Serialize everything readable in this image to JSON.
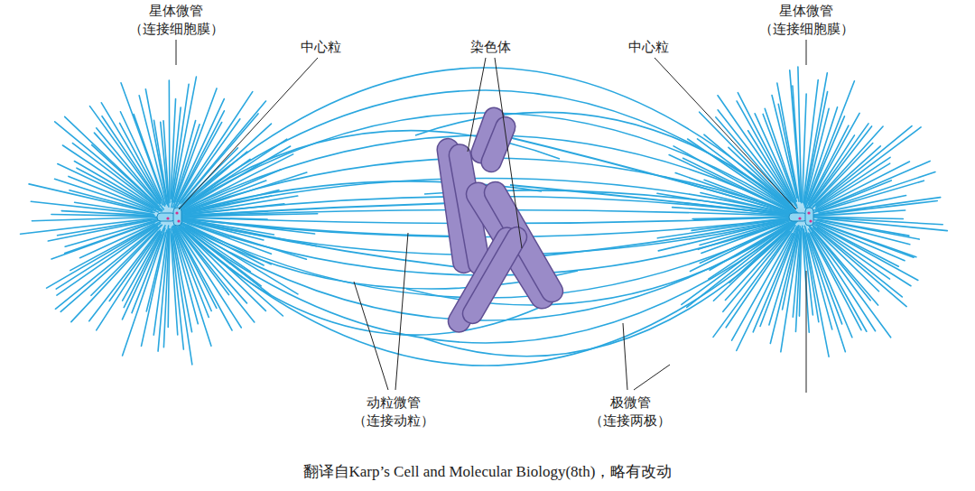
{
  "diagram": {
    "caption": "翻译自Karp’s Cell and Molecular Biology(8th)，略有改动",
    "labels": [
      "星体微管 （连接细胞膜）",
      "中心粒",
      "染色体",
      "中心粒",
      "星体微管 （连接细胞膜）",
      "动粒微管 （连接动粒）",
      "极微管 （连接两极）"
    ]
  }
}
